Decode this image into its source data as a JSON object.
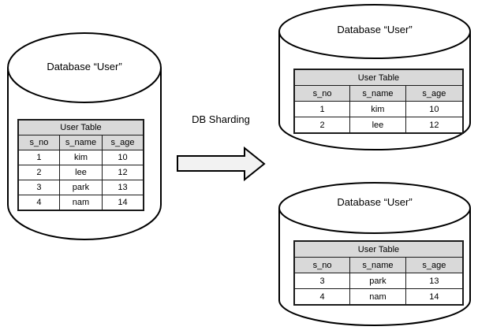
{
  "diagram": {
    "arrow_label": "DB Sharding"
  },
  "source_db": {
    "title": "Database “User”",
    "table": {
      "title": "User Table",
      "columns": [
        "s_no",
        "s_name",
        "s_age"
      ],
      "rows": [
        [
          "1",
          "kim",
          "10"
        ],
        [
          "2",
          "lee",
          "12"
        ],
        [
          "3",
          "park",
          "13"
        ],
        [
          "4",
          "nam",
          "14"
        ]
      ]
    }
  },
  "shard1_db": {
    "title": "Database “User”",
    "table": {
      "title": "User Table",
      "columns": [
        "s_no",
        "s_name",
        "s_age"
      ],
      "rows": [
        [
          "1",
          "kim",
          "10"
        ],
        [
          "2",
          "lee",
          "12"
        ]
      ]
    }
  },
  "shard2_db": {
    "title": "Database “User”",
    "table": {
      "title": "User Table",
      "columns": [
        "s_no",
        "s_name",
        "s_age"
      ],
      "rows": [
        [
          "3",
          "park",
          "13"
        ],
        [
          "4",
          "nam",
          "14"
        ]
      ]
    }
  },
  "colors": {
    "table_header_bg": "#d9d9d9",
    "arrow_fill": "#f2f2f2",
    "stroke": "#000000",
    "background": "#ffffff"
  }
}
